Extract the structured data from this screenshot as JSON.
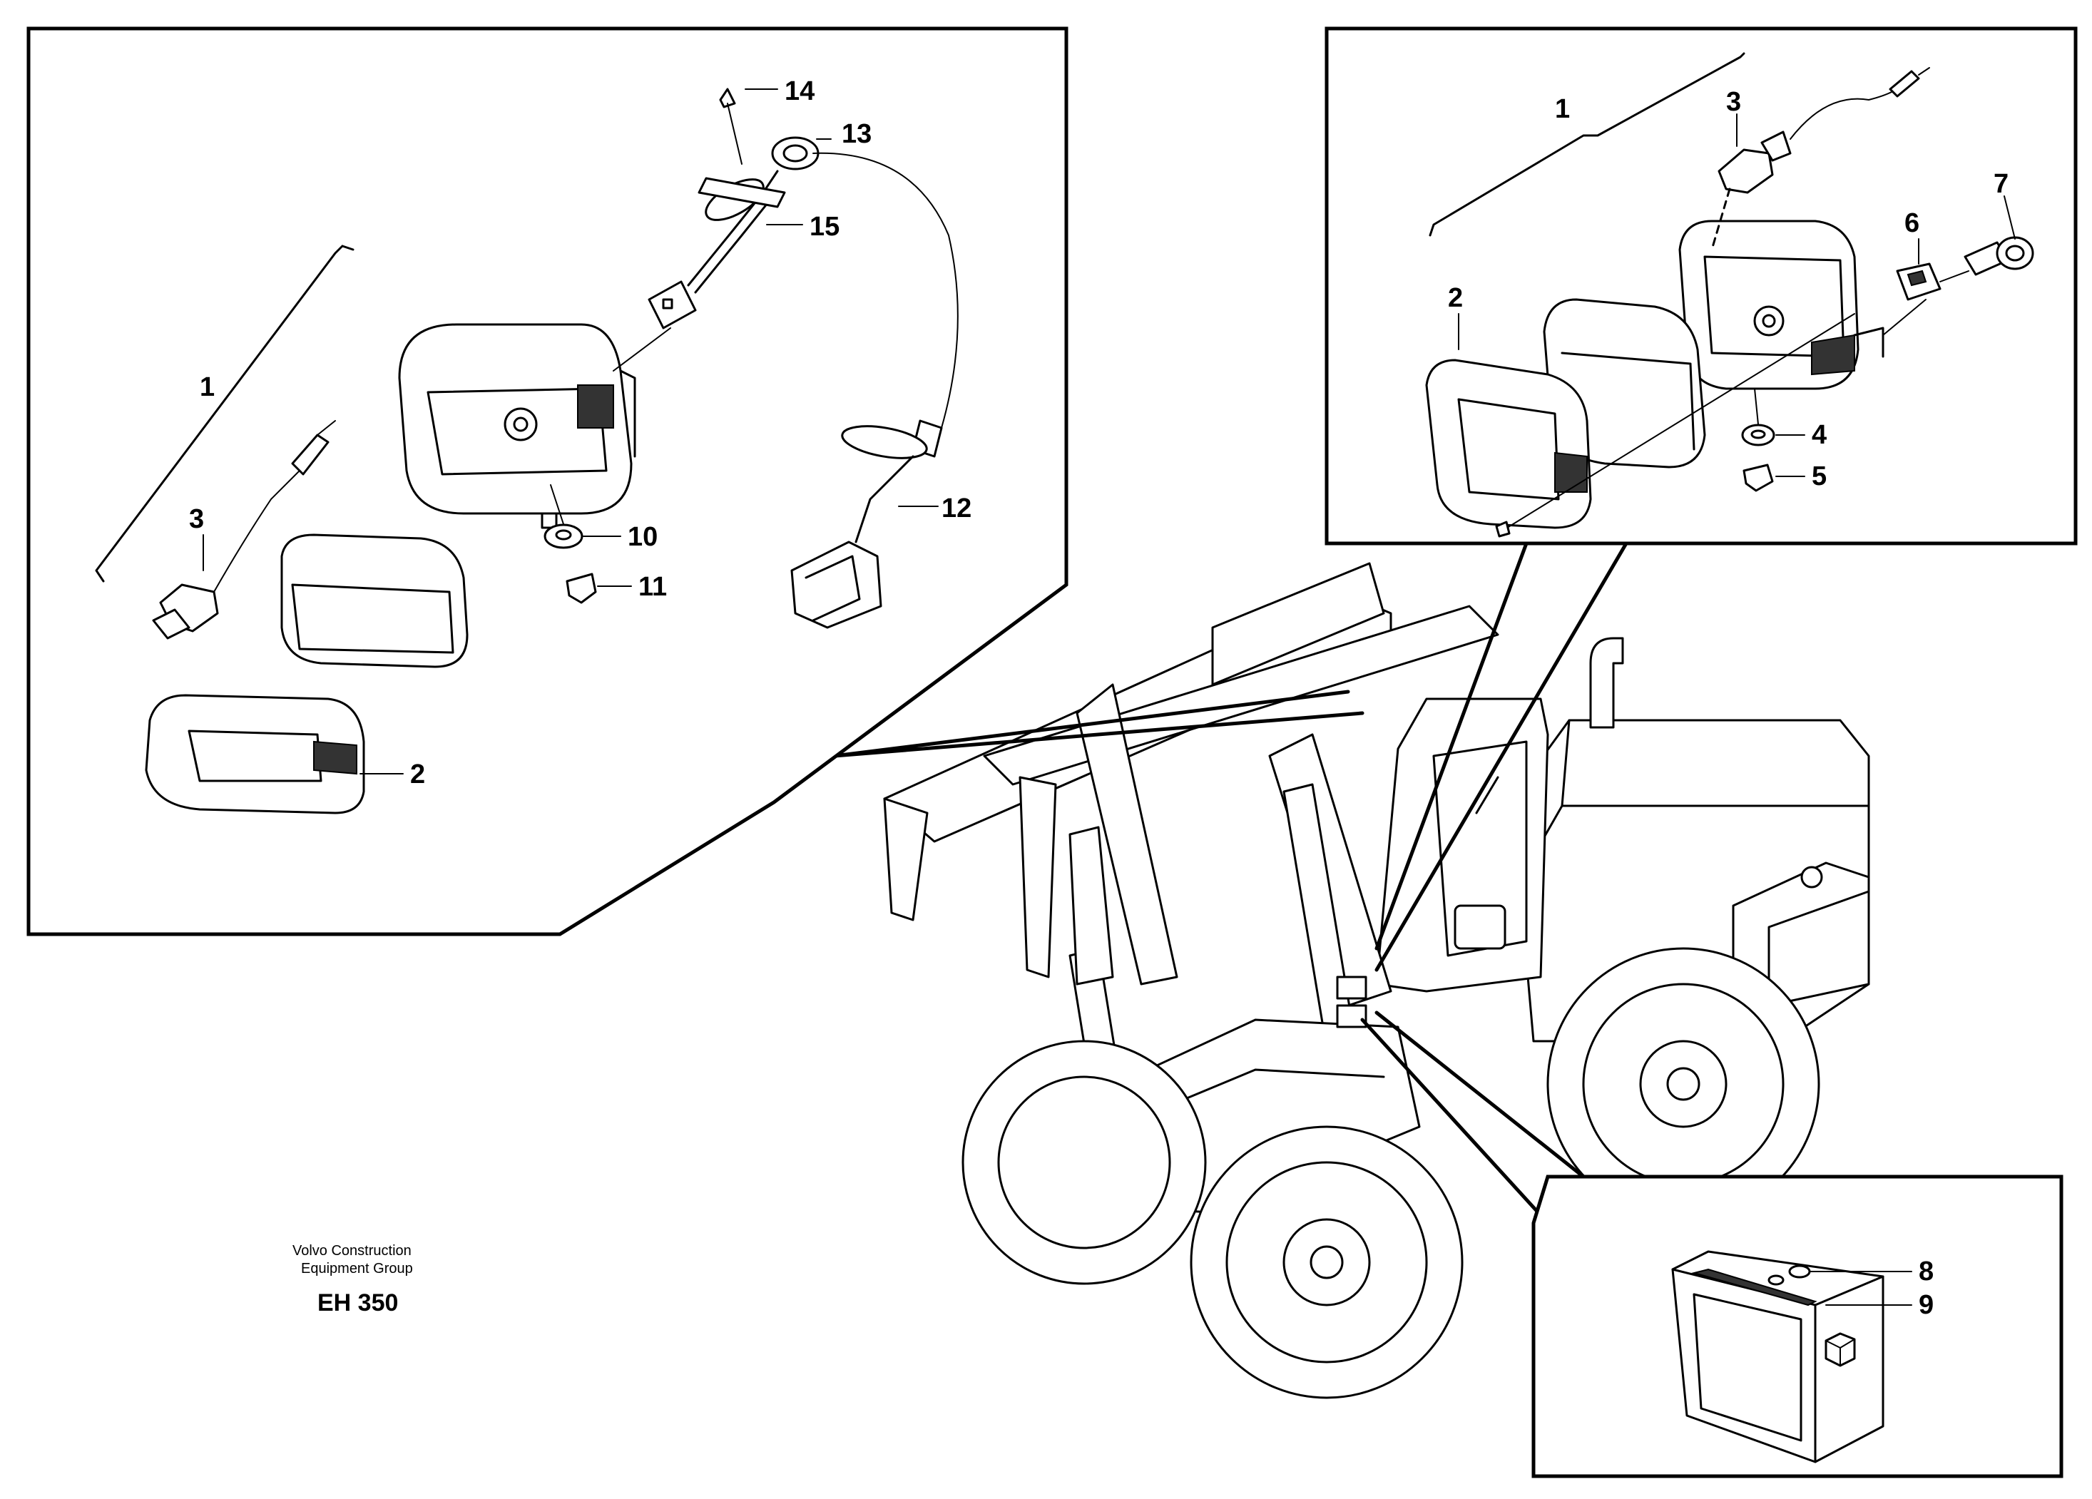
{
  "diagram": {
    "credit_line1": "Volvo Construction",
    "credit_line2": "Equipment Group",
    "code": "EH 350"
  },
  "callouts_left_panel": [
    "14",
    "13",
    "15",
    "1",
    "3",
    "10",
    "11",
    "12",
    "2"
  ],
  "callouts_right_panel": [
    "1",
    "3",
    "7",
    "6",
    "2",
    "4",
    "5"
  ],
  "callouts_box_panel": [
    "8",
    "9"
  ]
}
